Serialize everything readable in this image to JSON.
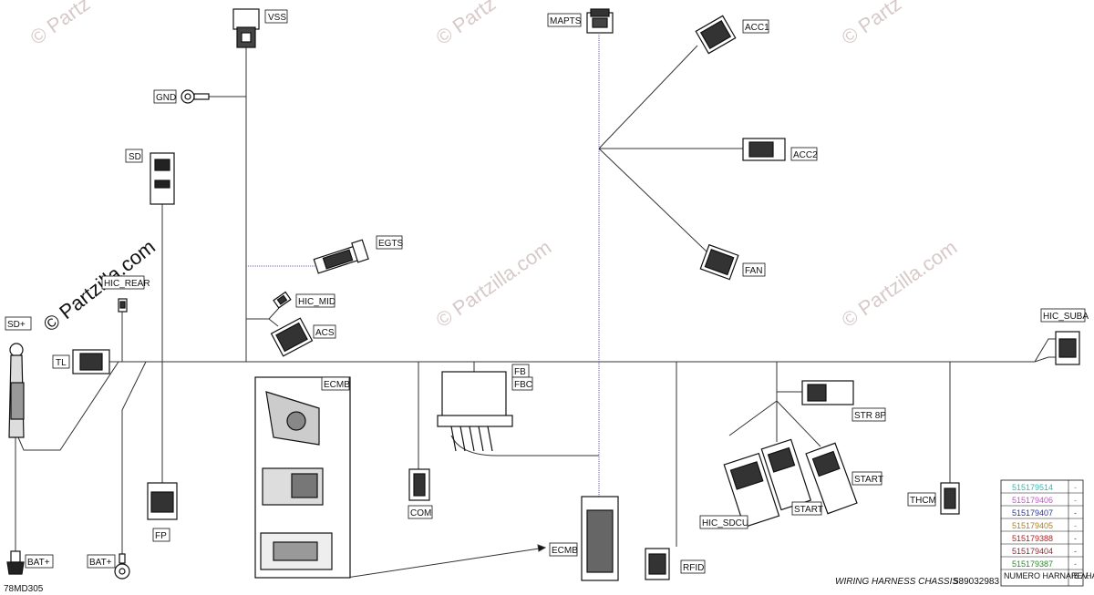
{
  "watermarks": {
    "strong": "© Partzilla.com",
    "light": "© Partzilla.com",
    "corner": "© Partz"
  },
  "labels": {
    "vss": "VSS",
    "gnd": "GND",
    "sd": "SD",
    "egts": "EGTS",
    "hic_rear": "HIC_REAR",
    "hic_mid": "HIC_MID",
    "acs": "ACS",
    "sd_plus": "SD+",
    "tl": "TL",
    "fp": "FP",
    "bat_plus_1": "BAT+",
    "bat_plus_2": "BAT+",
    "ecmb_top": "ECMB",
    "ecmb_bottom": "ECMB",
    "com": "COM",
    "fb": "FB",
    "fbc": "FBC",
    "rfid": "RFID",
    "mapts": "MAPTS",
    "acc1": "ACC1",
    "acc2": "ACC2",
    "fan": "FAN",
    "hic_suba": "HIC_SUBA",
    "str8p": "STR 8P",
    "start1": "START",
    "start2": "START",
    "hic_sdcu": "HIC_SDCU",
    "thcm": "THCM"
  },
  "footer": {
    "title": "WIRING HARNESS CHASSIS :",
    "part_number": "589032983",
    "drawing_id": "78MD305",
    "col_number_label": "NUMERO HARNAIS / HARNESS NUMBER",
    "col_rev_label": "REV."
  },
  "legend": [
    {
      "number": "515179514",
      "mark": "-",
      "color": "#39b7b0"
    },
    {
      "number": "515179406",
      "mark": "-",
      "color": "#c25bc2"
    },
    {
      "number": "515179407",
      "mark": "-",
      "color": "#2c3a8c"
    },
    {
      "number": "515179405",
      "mark": "-",
      "color": "#a8822c"
    },
    {
      "number": "515179388",
      "mark": "-",
      "color": "#b21e1e"
    },
    {
      "number": "515179404",
      "mark": "-",
      "color": "#8a2c3a"
    },
    {
      "number": "515179387",
      "mark": "-",
      "color": "#2c8a2c"
    }
  ]
}
